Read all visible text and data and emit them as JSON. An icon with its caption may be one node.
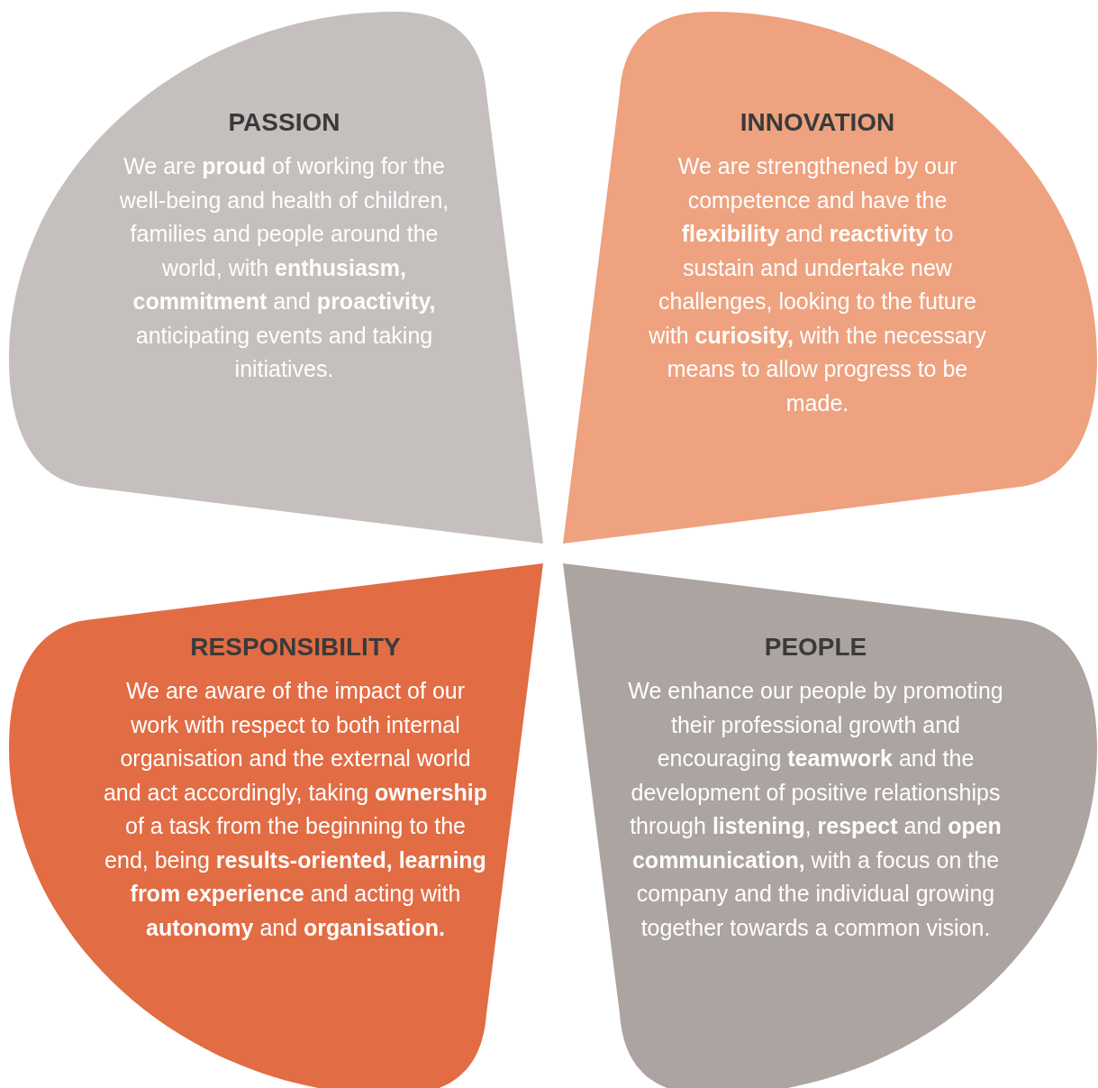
{
  "diagram": {
    "nodes": [
      {
        "text": [
          "PASSION",
          "We are **proud** of working for the well-being and health of children, families and people around the world, with **enthusiasm, commitment** and **proactivity,** anticipating events and taking initiatives."
        ]
      },
      {
        "text": [
          "INNOVATION",
          "We are strengthened by our competence and have the **flexibility** and **reactivity** to sustain and undertake new challenges, looking to the future with **curiosity,** with the necessary means to allow progress to be made."
        ]
      },
      {
        "text": [
          "RESPONSIBILITY",
          "We are aware of the impact of our work with respect to both internal organisation and the external world and act accordingly, taking **ownership** of a task from the beginning to the end, being **results-oriented, learning from experience** and acting with **autonomy** and **organisation.**"
        ]
      },
      {
        "text": [
          "PEOPLE",
          "We enhance our people by promoting their professional growth and encouraging **teamwork** and the development of positive relationships through **listening**, **respect** and **open communication,** with a focus on the company and the individual growing together towards a common vision."
        ]
      }
    ]
  }
}
